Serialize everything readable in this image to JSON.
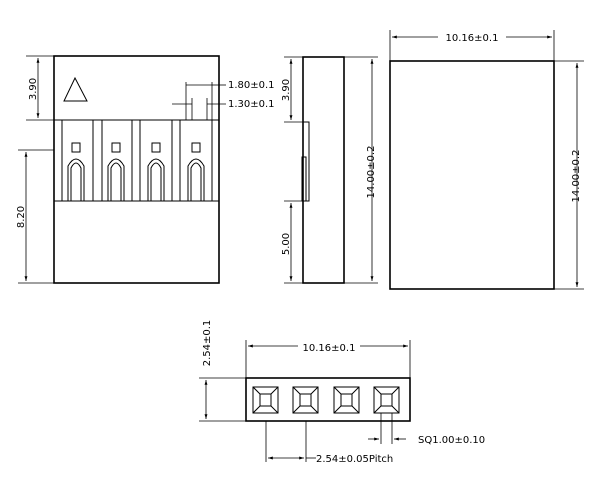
{
  "front_view": {
    "top_height": "3.90",
    "total_height": "8.20",
    "slot_width": "1.80±0.1",
    "pin_width": "1.30±0.1"
  },
  "side_view": {
    "top_height": "3.90",
    "total_height": "14.00±0.2",
    "lower_height": "5.00"
  },
  "back_view": {
    "width": "10.16±0.1",
    "height": "14.00±0.2"
  },
  "bottom_view": {
    "width": "10.16±0.1",
    "height": "2.54±0.1",
    "pitch": "2.54±0.05Pitch",
    "square": "SQ1.00±0.10"
  }
}
